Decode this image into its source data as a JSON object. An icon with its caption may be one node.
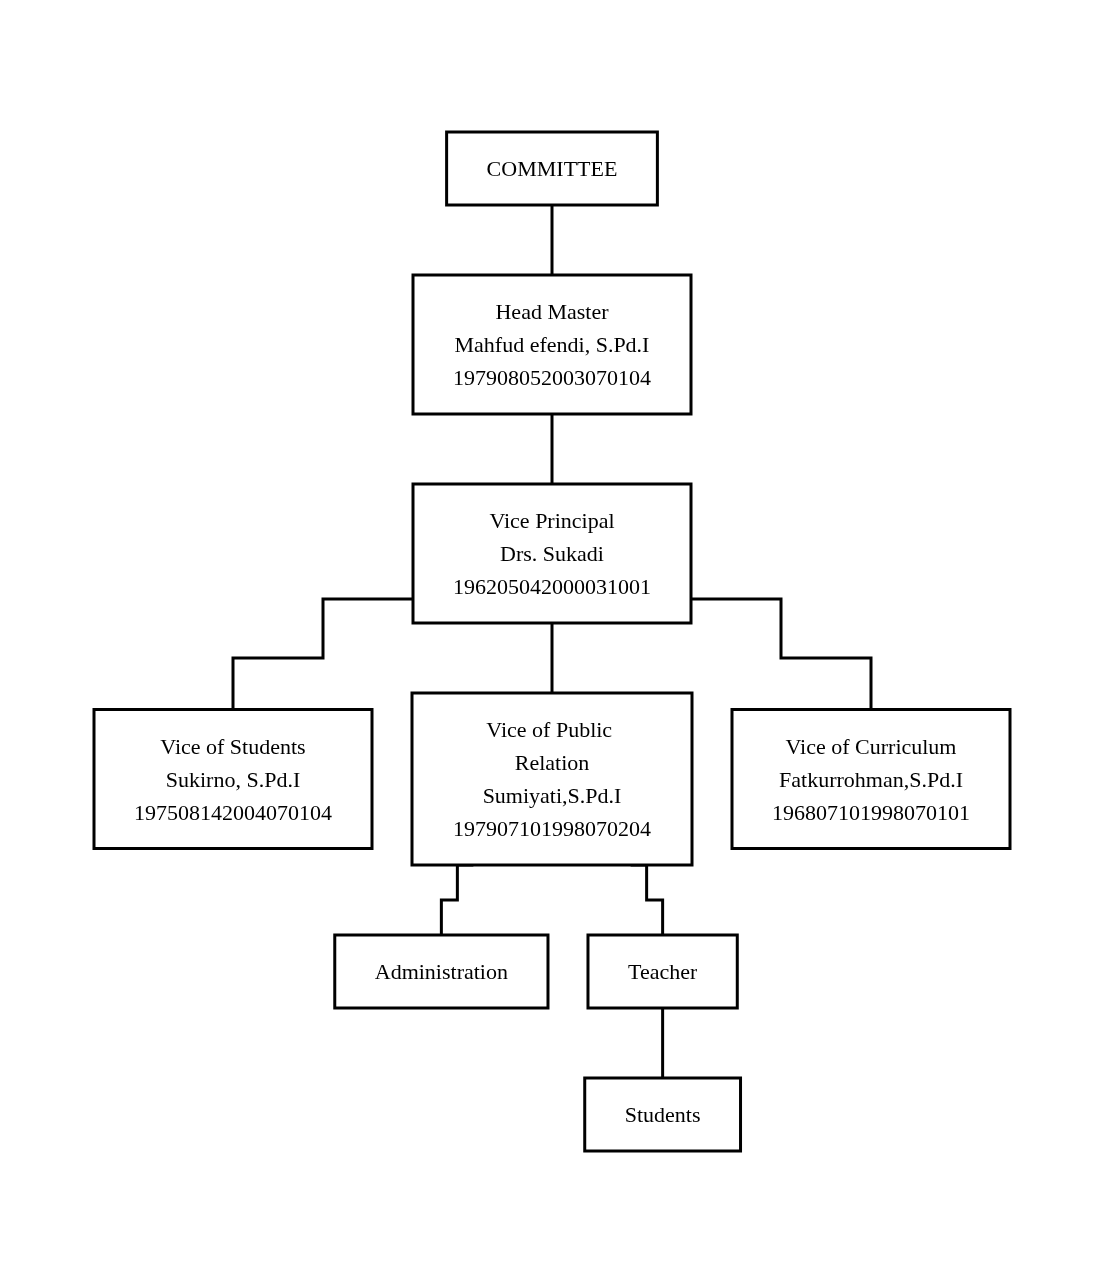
{
  "diagram": {
    "nodes": [
      {
        "text": [
          "COMMITTEE"
        ]
      },
      {
        "text": [
          "Head Master",
          "Mahfud efendi, S.Pd.I",
          "197908052003070104"
        ]
      },
      {
        "text": [
          "Vice Principal",
          "Drs. Sukadi",
          "196205042000031001"
        ]
      },
      {
        "text": [
          "Vice of Students",
          "Sukirno, S.Pd.I",
          "197508142004070104"
        ]
      },
      {
        "text": [
          "Vice of Public Relation",
          "Sumiyati,S.Pd.I",
          "197907101998070204"
        ]
      },
      {
        "text": [
          "Vice of Curriculum",
          "Fatkurrohman,S.Pd.I",
          "196807101998070101"
        ]
      },
      {
        "text": [
          "Administration"
        ]
      },
      {
        "text": [
          "Teacher"
        ]
      },
      {
        "text": [
          "Students"
        ]
      }
    ],
    "edges": [
      {
        "from": 0,
        "to": 1,
        "arrow": "none"
      },
      {
        "from": 1,
        "to": 2,
        "arrow": "none"
      },
      {
        "from": 2,
        "to": 3,
        "arrow": "none"
      },
      {
        "from": 2,
        "to": 4,
        "arrow": "none"
      },
      {
        "from": 2,
        "to": 5,
        "arrow": "none"
      },
      {
        "from": 4,
        "to": 6,
        "arrow": "none"
      },
      {
        "from": 4,
        "to": 7,
        "arrow": "none"
      },
      {
        "from": 7,
        "to": 8,
        "arrow": "none"
      }
    ]
  }
}
